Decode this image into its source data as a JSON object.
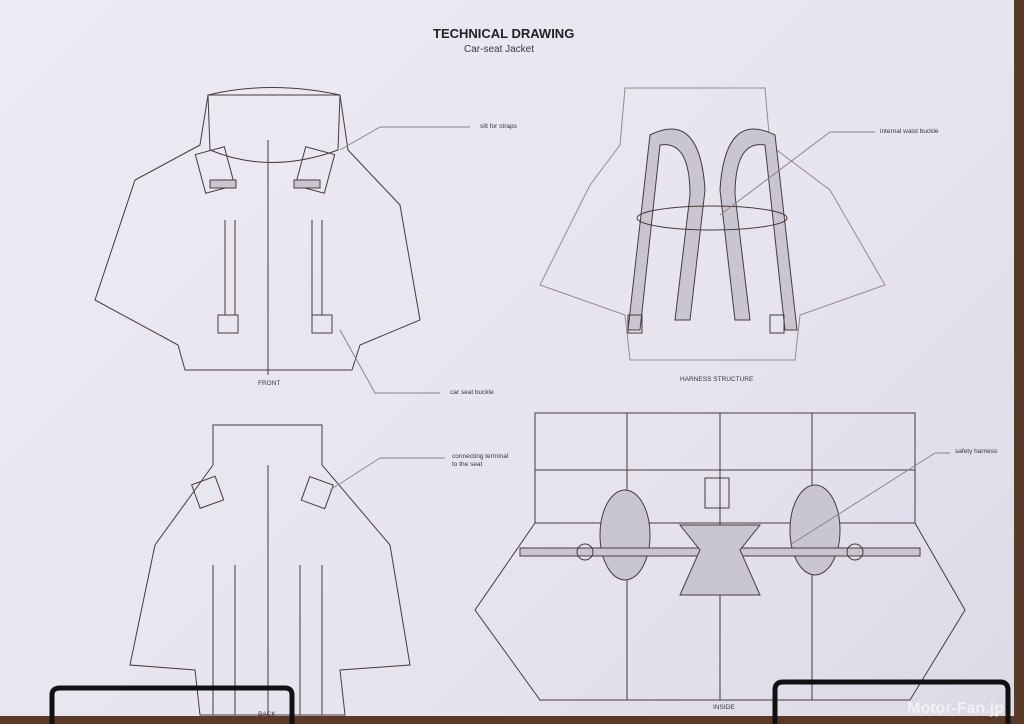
{
  "header": {
    "title": "TECHNICAL DRAWING",
    "subtitle": "Car-seat Jacket"
  },
  "views": {
    "front": "FRONT",
    "harness": "HARNESS STRUCTURE",
    "back": "BACK",
    "inside": "INSIDE"
  },
  "callouts": {
    "slit": "slit for straps",
    "waist_buckle": "internal waist buckle",
    "car_seat_buckle": "car seat buckle",
    "terminal_1": "connecting terminal",
    "terminal_2": "to the seat",
    "safety_harness": "safety harness"
  },
  "watermark": "Motor-Fan.jp",
  "colors": {
    "paper": "#eceaf2",
    "line": "#4a3a3a",
    "fill": "#c9c6d2",
    "frame": "#5a3a26"
  }
}
